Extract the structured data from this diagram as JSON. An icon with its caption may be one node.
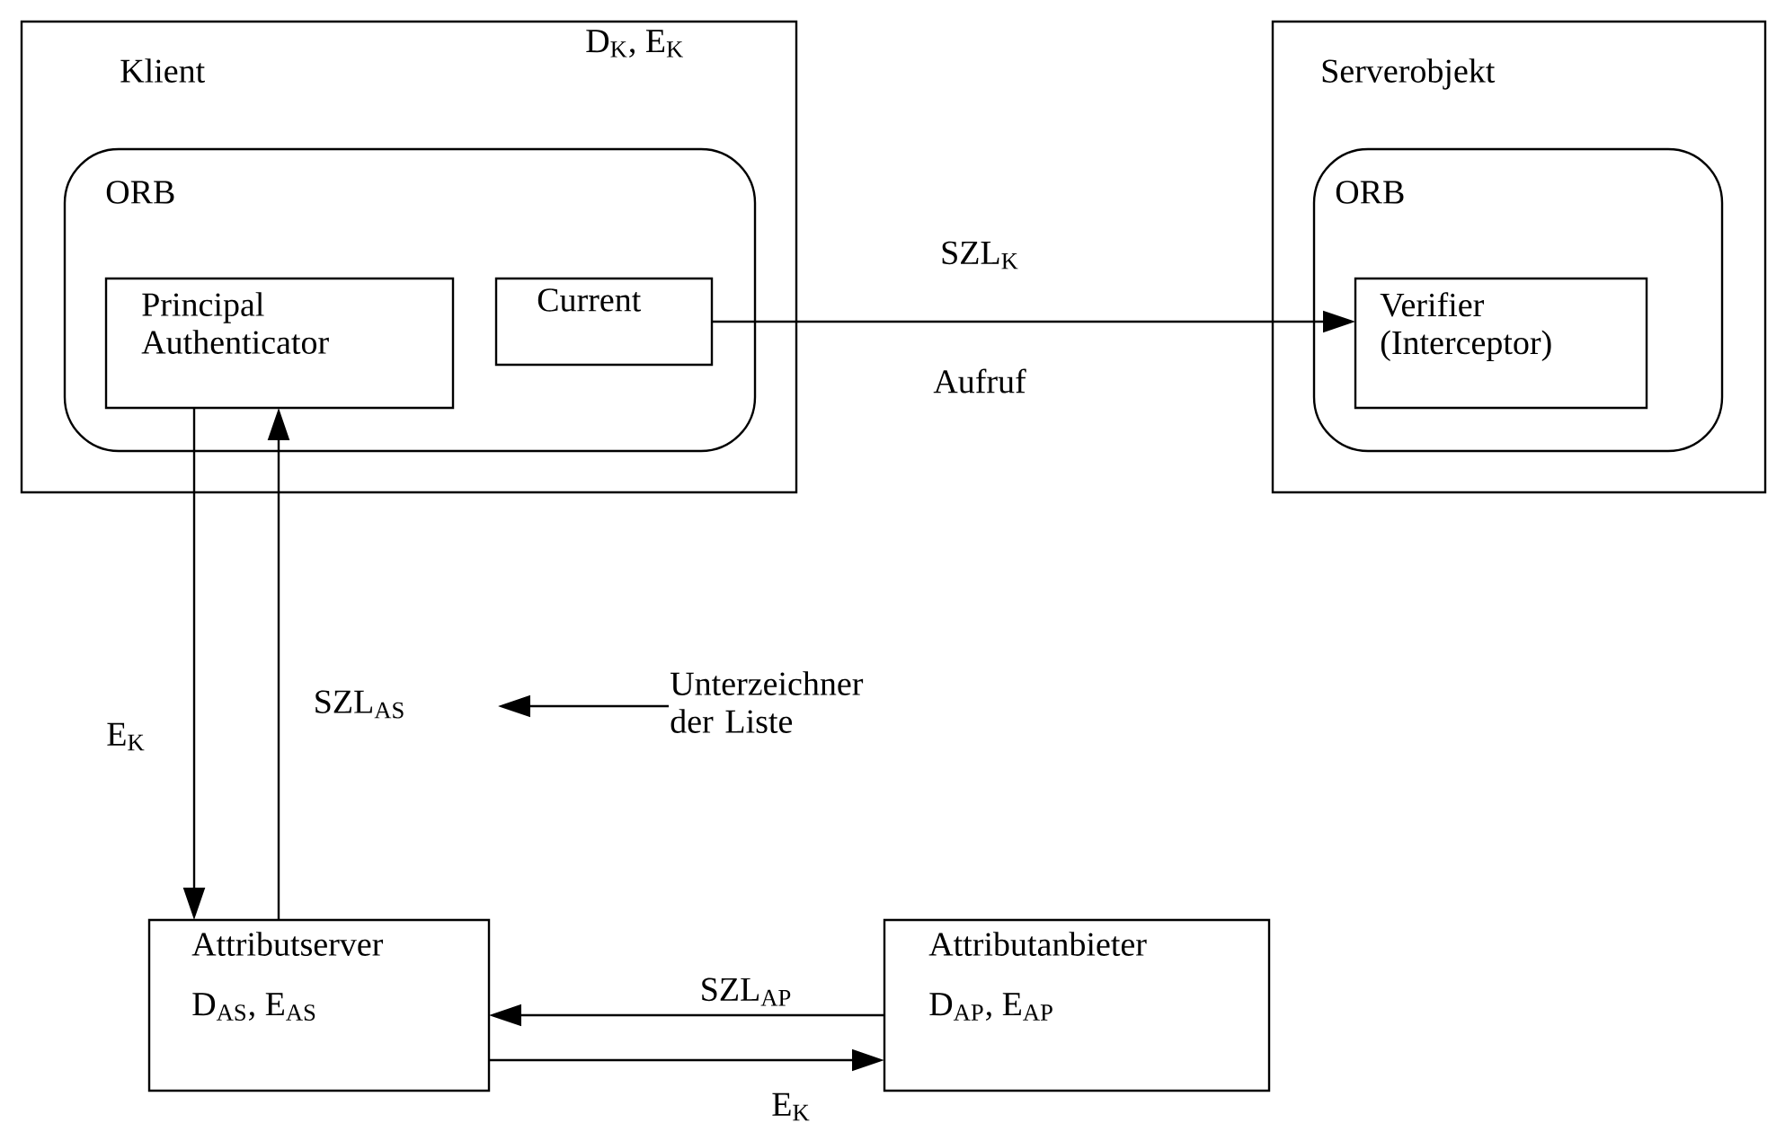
{
  "diagram": {
    "nodes": [
      {
        "text": [
          "Klient",
          "D$_{K}$, E$_{K}$"
        ]
      },
      {
        "text": [
          "ORB"
        ],
        "in": 0
      },
      {
        "text": [
          "Principal Authenticator"
        ],
        "in": 1
      },
      {
        "text": [
          "Current"
        ],
        "in": 1
      },
      {
        "text": [
          "Serverobjekt"
        ]
      },
      {
        "text": [
          "ORB"
        ],
        "in": 4
      },
      {
        "text": [
          "Verifier (Interceptor)"
        ],
        "in": 5
      },
      {
        "text": [
          "Attributserver",
          "D$_{AS}$, E$_{AS}$"
        ]
      },
      {
        "text": [
          "Attributanbieter",
          "D$_{AP}$, E$_{AP}$"
        ]
      },
      {
        "text": [
          "Unterzeichner der Liste"
        ]
      }
    ],
    "edges": [
      {
        "from": 3,
        "to": 6,
        "arrow": "to",
        "label": "SZL$_{K}$"
      },
      {
        "from": 2,
        "to": 7,
        "arrow": "to",
        "label": "E$_{K}$"
      },
      {
        "from": 7,
        "to": 2,
        "arrow": "to",
        "label": "SZL$_{AS}$"
      },
      {
        "from": 8,
        "to": 7,
        "arrow": "to",
        "label": "SZL$_{AP}$"
      },
      {
        "from": 7,
        "to": 8,
        "arrow": "to",
        "label": "E$_{K}$"
      },
      {
        "from": 9,
        "to": null,
        "arrow": "to"
      }
    ],
    "labels": [
      "Aufruf"
    ]
  }
}
